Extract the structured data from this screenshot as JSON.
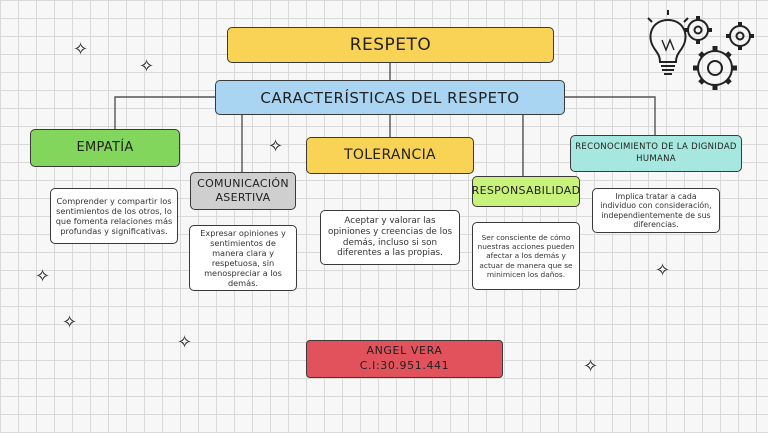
{
  "title": "RESPETO",
  "subtitle": "CARACTERÍSTICAS DEL RESPETO",
  "categories": [
    {
      "label": "EMPATÍA",
      "description": "Comprender y compartir los sentimientos de los otros, lo que fomenta relaciones más profundas y significativas."
    },
    {
      "label": "COMUNICACIÓN ASERTIVA",
      "description": "Expresar opiniones y sentimientos de manera clara y respetuosa, sin menospreciar a los demás."
    },
    {
      "label": "TOLERANCIA",
      "description": "Aceptar y valorar las opiniones y creencias de los demás, incluso si son diferentes a las propias."
    },
    {
      "label": "RESPONSABILIDAD",
      "description": "Ser consciente de cómo nuestras acciones pueden afectar a los demás y actuar de manera que se minimicen los daños."
    },
    {
      "label": "RECONOCIMIENTO DE LA DIGNIDAD HUMANA",
      "description": "Implica tratar a cada individuo con consideración, independientemente de sus diferencias."
    }
  ],
  "author": {
    "name": "ANGEL VERA",
    "id": "C.I:30.951.441"
  },
  "colors": {
    "title": "#f9d356",
    "subtitle": "#a9d4f2",
    "empatia": "#82d65c",
    "comunicacion": "#cfcfcf",
    "tolerancia": "#f9d356",
    "responsabilidad": "#c9f27a",
    "dignidad": "#a6e8e0",
    "author": "#e2525d"
  },
  "icons": [
    "lightbulb-gears-icon",
    "sparkle-icon"
  ]
}
